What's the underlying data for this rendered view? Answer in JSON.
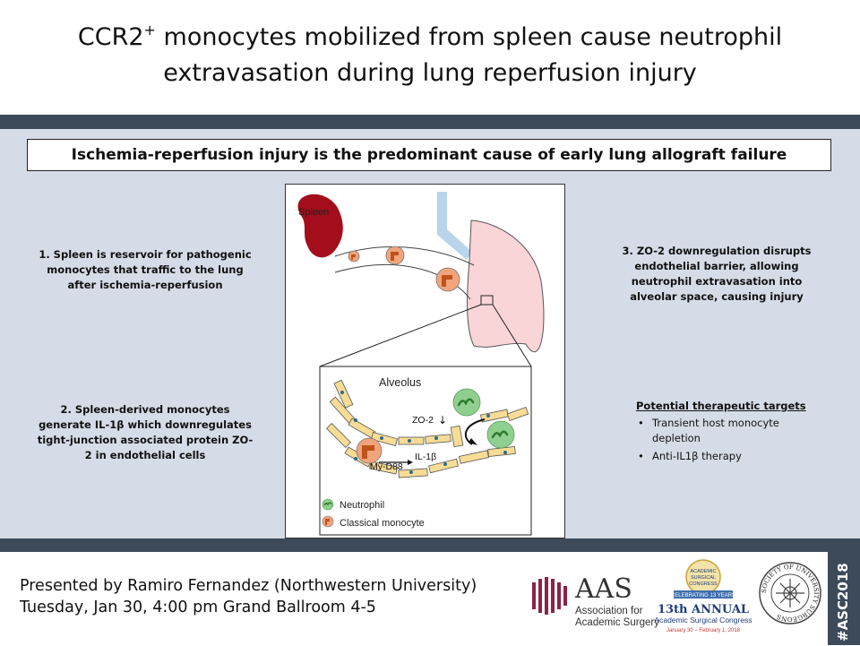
{
  "title": {
    "line1_pre": "CCR2",
    "line1_sup": "+",
    "line1_post": " monocytes mobilized from spleen cause neutrophil",
    "line2": "extravasation during lung reperfusion injury"
  },
  "headline": "Ischemia-reperfusion injury is  the predominant cause of early lung allograft failure",
  "notes": {
    "n1": [
      "1. Spleen is reservoir for pathogenic",
      "monocytes that traffic to the lung",
      "after ischemia-reperfusion"
    ],
    "n2_l1": "2. Spleen-derived monocytes",
    "n2_l2a": "generate ",
    "n2_l2b": "IL-1β",
    "n2_l2c": " which downregulates",
    "n2_l3": "tight-junction associated protein ZO-",
    "n2_l4": "2 in endothelial cells",
    "n3": [
      "3. ZO-2 downregulation disrupts",
      "endothelial barrier, allowing",
      "neutrophil extravasation into",
      "alveolar space, causing injury"
    ]
  },
  "diagram": {
    "spleen_label": "Spleen",
    "alveolus_label": "Alveolus",
    "zo2_label": "ZO-2",
    "down_arrow": "↓",
    "il1b_label": "IL-1β",
    "myd88_label": "My-D88",
    "legend": {
      "neutrophil": "Neutrophil",
      "monocyte": "Classical monocyte"
    }
  },
  "therapy": {
    "title": "Potential therapeutic targets",
    "items": [
      "Transient host monocyte",
      "depletion",
      "Anti-IL1β therapy"
    ]
  },
  "presenter": {
    "line1": "Presented by Ramiro Fernandez (Northwestern University)",
    "line2": "Tuesday, Jan 30, 4:00 pm Grand Ballroom 4-5"
  },
  "logos": {
    "aas_abbr": "AAS",
    "aas_name_1": "Association for",
    "aas_name_2": "Academic Surgery",
    "asc_badge_1": "ACADEMIC",
    "asc_badge_2": "SURGICAL",
    "asc_badge_3": "CONGRESS",
    "asc_ribbon": "CELEBRATING 13 YEARS",
    "asc_ordinal": "13th ANNUAL",
    "asc_name": "Academic Surgical Congress",
    "asc_dates": "January 30 – February 1, 2018",
    "sus_text": "SOCIETY OF UNIVERSITY SURGEONS"
  },
  "hashtag": "#ASC2018",
  "colors": {
    "band": "#3d4a5a",
    "panel": "#d6dce7",
    "spleen": "#a30d1c",
    "lung": "#f9d5d8",
    "monocyte": "#f2a47c",
    "neutrophil": "#8fcf8f",
    "cell": "#f7dc95",
    "aas": "#8c2346"
  }
}
